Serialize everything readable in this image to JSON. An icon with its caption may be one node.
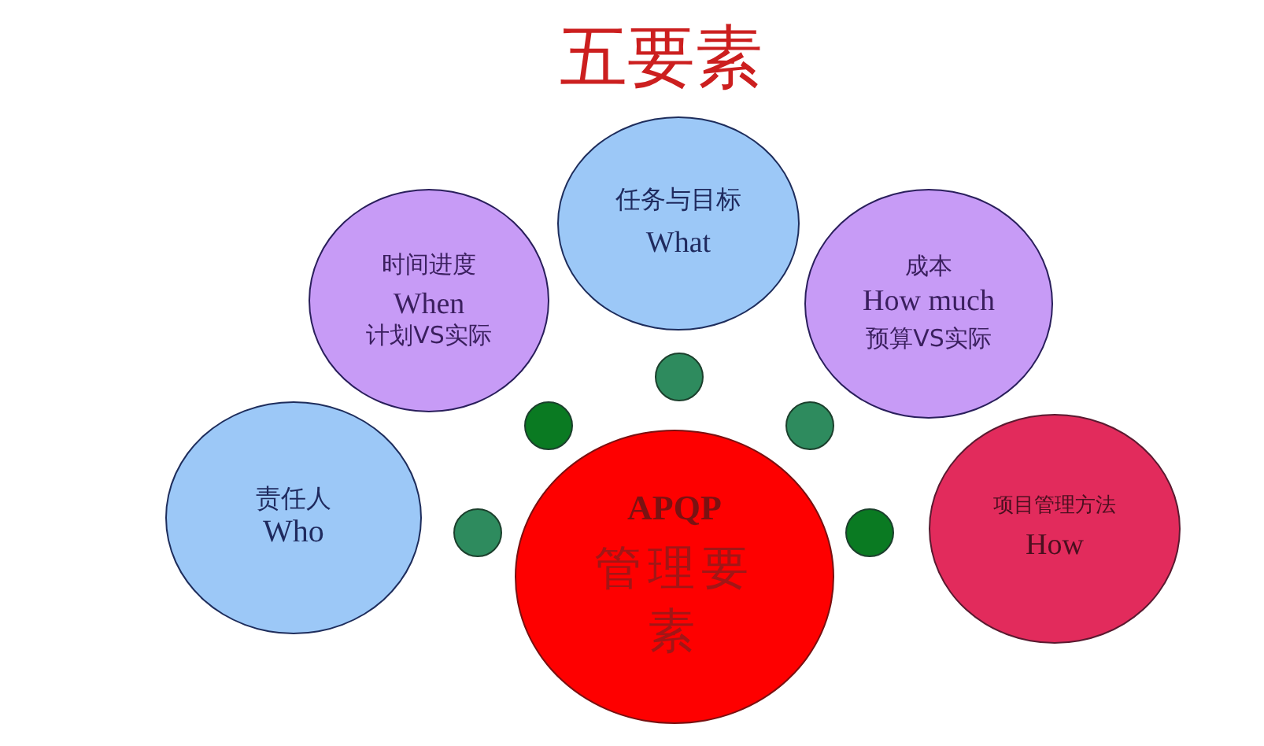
{
  "diagram": {
    "title": "五要素",
    "nodes": [
      {
        "text": [
          "任务与目标",
          "What"
        ]
      },
      {
        "text": [
          "时间进度",
          "When",
          "计划VS实际"
        ]
      },
      {
        "text": [
          "成本",
          "How much",
          "预算VS实际"
        ]
      },
      {
        "text": [
          "责任人",
          "Who"
        ]
      },
      {
        "text": [
          "APQP",
          "管理要素"
        ]
      },
      {
        "text": [
          "项目管理方法",
          "How"
        ]
      },
      {
        "text": [],
        "shape": "circle"
      },
      {
        "text": [],
        "shape": "circle"
      },
      {
        "text": [],
        "shape": "circle"
      },
      {
        "text": [],
        "shape": "circle"
      },
      {
        "text": [],
        "shape": "circle"
      }
    ]
  }
}
